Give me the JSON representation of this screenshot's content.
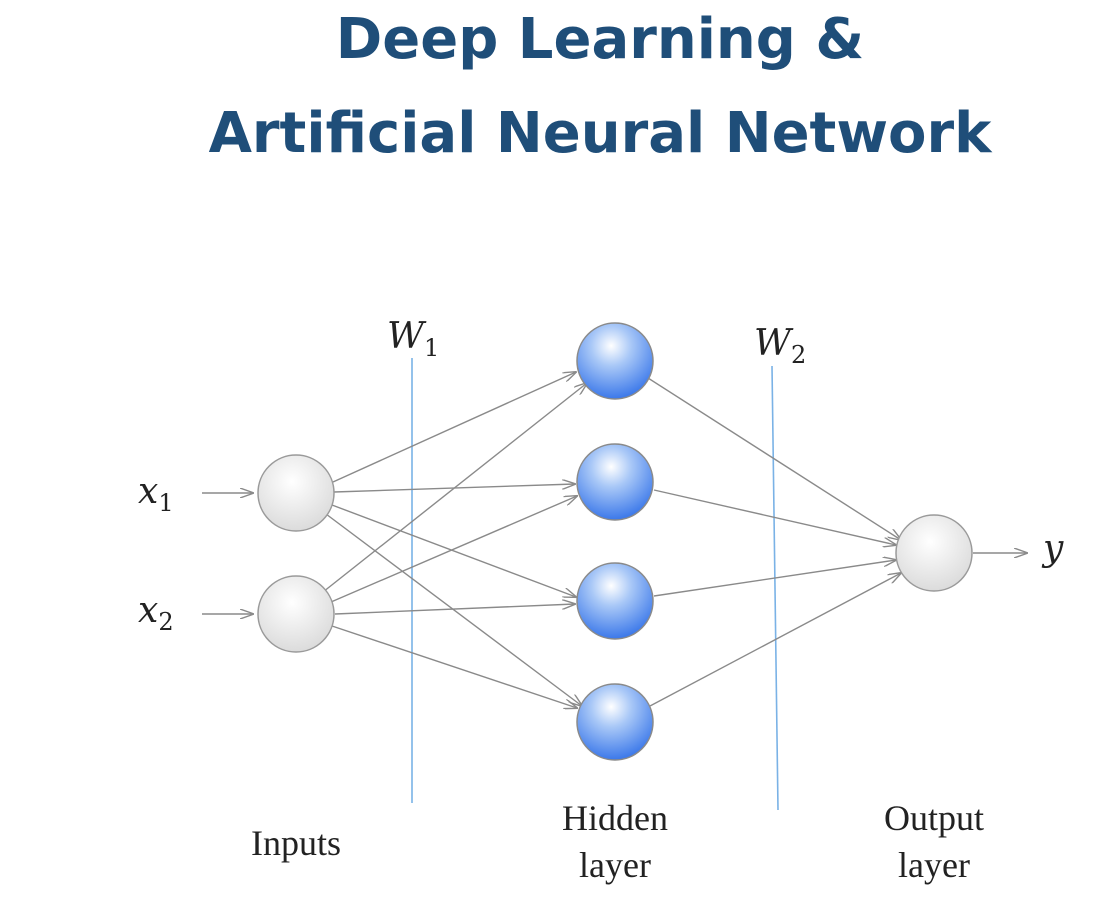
{
  "title": {
    "line1": "Deep Learning &",
    "line2": "Artificial Neural Network"
  },
  "diagram": {
    "inputs": [
      {
        "symbol": "x",
        "subscript": "1"
      },
      {
        "symbol": "x",
        "subscript": "2"
      }
    ],
    "hidden_count": 4,
    "output": {
      "symbol": "y"
    },
    "weights": [
      {
        "symbol": "W",
        "subscript": "1"
      },
      {
        "symbol": "W",
        "subscript": "2"
      }
    ],
    "captions": {
      "inputs": "Inputs",
      "hidden_line1": "Hidden",
      "hidden_line2": "layer",
      "output_line1": "Output",
      "output_line2": "layer"
    },
    "colors": {
      "title": "#1f4e79",
      "hidden_node": "#3f7ff0",
      "io_node": "#e8e8e8",
      "weight_line": "#7ab2e6",
      "edge": "#8a8a8a"
    }
  }
}
